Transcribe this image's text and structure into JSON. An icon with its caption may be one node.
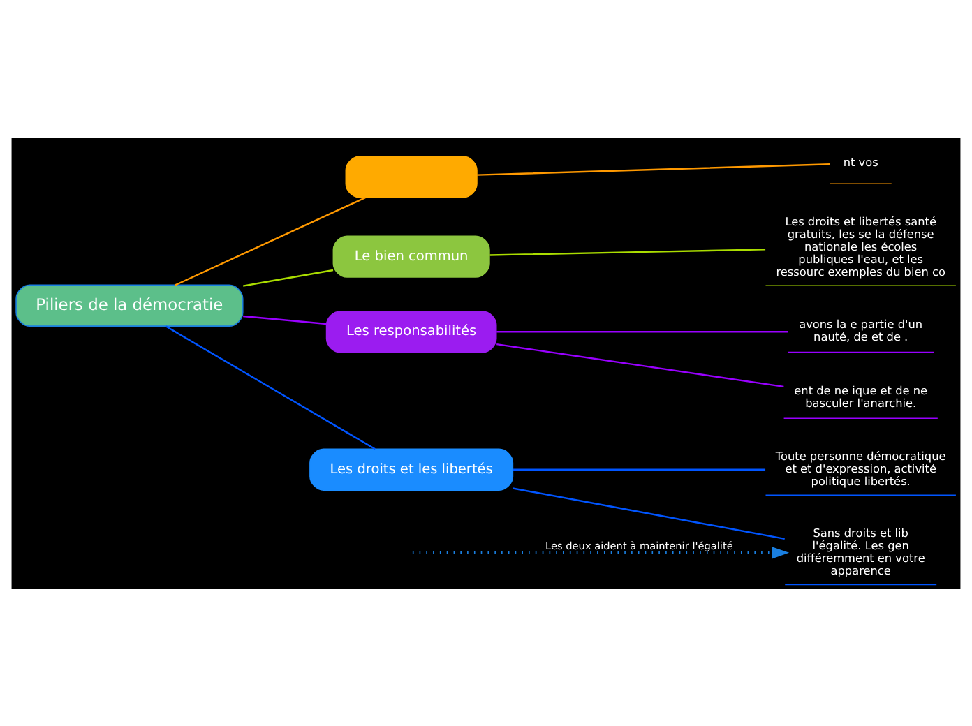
{
  "diagram": {
    "nodes": [
      {
        "text": [
          "Piliers de la démocratie"
        ]
      },
      {
        "text": [],
        "shape": "box"
      },
      {
        "text": [
          "nt vos"
        ]
      },
      {
        "text": [
          "Le bien commun"
        ]
      },
      {
        "text": [
          "Les droits et libertés santé gratuits, les se la défense nationale les écoles publiques l'eau, et les ressourc exemples du bien co"
        ]
      },
      {
        "text": [
          "Les responsabilités"
        ]
      },
      {
        "text": [
          "avons la e partie d'un nauté, de et de ."
        ]
      },
      {
        "text": [
          "ent de ne ique et de ne basculer l'anarchie."
        ]
      },
      {
        "text": [
          "Les droits et les libertés"
        ]
      },
      {
        "text": [
          "Toute personne démocratique et et d'expression, activité politique libertés."
        ]
      },
      {
        "text": [
          "Sans droits et lib l'égalité. Les gen différemment en votre apparence"
        ]
      }
    ],
    "edges": [
      {
        "from": 0,
        "to": 1,
        "arrow": "none",
        "color": "#ff9900"
      },
      {
        "from": 1,
        "to": 2,
        "arrow": "none",
        "color": "#ff9900"
      },
      {
        "from": 0,
        "to": 3,
        "arrow": "none",
        "color": "#aadd00"
      },
      {
        "from": 3,
        "to": 4,
        "arrow": "none",
        "color": "#aadd00"
      },
      {
        "from": 0,
        "to": 5,
        "arrow": "none",
        "color": "#9900ff"
      },
      {
        "from": 5,
        "to": 6,
        "arrow": "none",
        "color": "#9900ff"
      },
      {
        "from": 5,
        "to": 7,
        "arrow": "none",
        "color": "#9900ff"
      },
      {
        "from": 0,
        "to": 8,
        "arrow": "none",
        "color": "#0055ff"
      },
      {
        "from": 8,
        "to": 9,
        "arrow": "none",
        "color": "#0055ff"
      },
      {
        "from": 8,
        "to": 10,
        "arrow": "none",
        "color": "#0055ff"
      },
      {
        "from": null,
        "to": 10,
        "arrow": "to",
        "style": "dashed",
        "color": "#1a7fe0",
        "label": "Les deux aident à maintenir l'égalité"
      }
    ]
  }
}
